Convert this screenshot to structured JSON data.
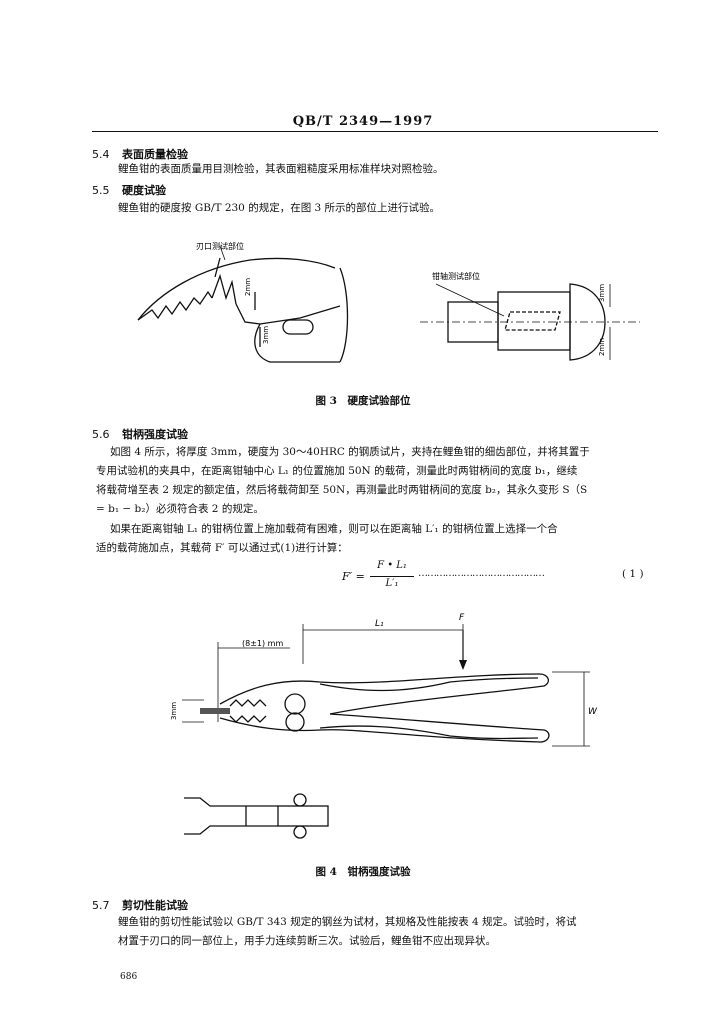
{
  "header": {
    "title": "QB/T 2349—1997"
  },
  "s54": {
    "num": "5.4",
    "title": "表面质量检验",
    "body": "鲤鱼钳的表面质量用目测检验，其表面粗糙度采用标准样块对照检验。"
  },
  "s55": {
    "num": "5.5",
    "title": "硬度试验",
    "body": "鲤鱼钳的硬度按 GB/T 230 的规定，在图 3 所示的部位上进行试验。"
  },
  "fig3": {
    "caption": "图 3　硬度试验部位",
    "label_left": "刃口测试部位",
    "label_right": "钳轴测试部位",
    "dim_2mm": "2mm",
    "dim_3mm": "3mm"
  },
  "s56": {
    "num": "5.6",
    "title": "钳柄强度试验",
    "p1_l1": "如图 4 所示，将厚度 3mm，硬度为 30～40HRC 的钢质试片，夹持在鲤鱼钳的细齿部位，并将其置于",
    "p1_l2": "专用试验机的夹具中，在距离钳轴中心 L₁ 的位置施加 50N 的载荷，测量此时两钳柄间的宽度 b₁，继续",
    "p1_l3": "将载荷增至表 2 规定的额定值，然后将载荷卸至 50N，再测量此时两钳柄间的宽度 b₂，其永久变形 S（S",
    "p1_l4": "= b₁ − b₂）必须符合表 2 的规定。",
    "p2_l1": "如果在距离钳轴 L₁ 的钳柄位置上施加载荷有困难，则可以在距离轴 L′₁ 的钳柄位置上选择一个合",
    "p2_l2": "适的载荷施加点，其载荷 F′ 可以通过式(1)进行计算：",
    "formula_lhs": "F′ =",
    "formula_num": "F • L₁",
    "formula_den": "L′₁",
    "formula_dots": "……………………………………",
    "formula_no": "( 1 )"
  },
  "fig4": {
    "caption": "图 4　钳柄强度试验",
    "label_L1": "L₁",
    "label_F": "F",
    "label_dim": "(8±1) mm",
    "label_3mm": "3mm",
    "label_W": "W"
  },
  "s57": {
    "num": "5.7",
    "title": "剪切性能试验",
    "l1": "鲤鱼钳的剪切性能试验以 GB/T 343 规定的钢丝为试材，其规格及性能按表 4 规定。试验时，将试",
    "l2": "材置于刃口的同一部位上，用手力连续剪断三次。试验后，鲤鱼钳不应出现异状。"
  },
  "footer": {
    "page": "686"
  }
}
